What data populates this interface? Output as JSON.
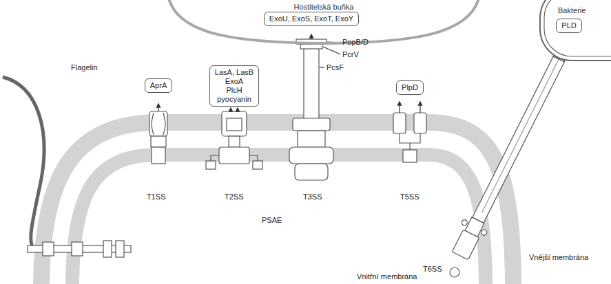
{
  "diagram": {
    "nodes": [
      {
        "text": [
          "Hostitelská buňka"
        ]
      },
      {
        "text": [
          "ExoU, ExoS, ExoT, ExoY"
        ],
        "in": 0
      },
      {
        "text": [
          "AprA"
        ]
      },
      {
        "text": [
          "LasA, LasB",
          "ExoA",
          "PlcH",
          "pyocyanin"
        ]
      },
      {
        "text": [
          "PlpD"
        ]
      },
      {
        "text": [
          "Bakterie"
        ]
      },
      {
        "text": [
          "PLD"
        ],
        "in": 5
      }
    ],
    "labels": [
      "Flagelin",
      "PopB/D",
      "PcrV",
      "PcsF",
      "T1SS",
      "T2SS",
      "T3SS",
      "T5SS",
      "T6SS",
      "PSAE",
      "Vnitřní membrána",
      "Vnější membrána"
    ]
  }
}
